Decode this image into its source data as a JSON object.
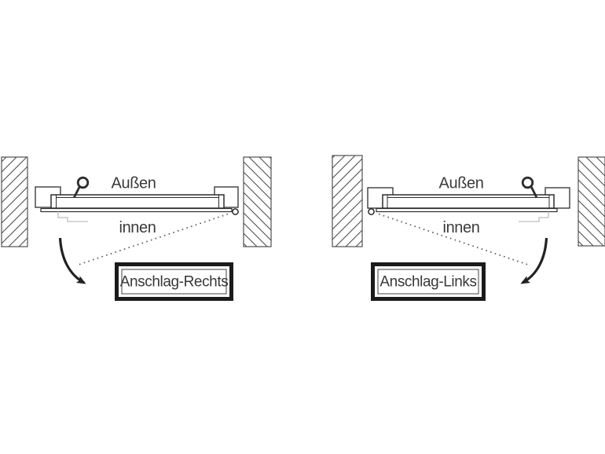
{
  "diagrams": [
    {
      "outside_label": "Außen",
      "inside_label": "innen",
      "caption": "Anschlag-Rechts"
    },
    {
      "outside_label": "Außen",
      "inside_label": "innen",
      "caption": "Anschlag-Links"
    }
  ],
  "colors": {
    "background": "#ffffff",
    "main_line": "#2e2e2e",
    "wall_hatch": "#4f4f4f",
    "text": "#3a3a3a",
    "caption_border": "#1b1b1b",
    "dotted_reference_line": "#5a5a5a",
    "inner_handle_gray": "#c9c9c9",
    "arrow": "#222222"
  }
}
